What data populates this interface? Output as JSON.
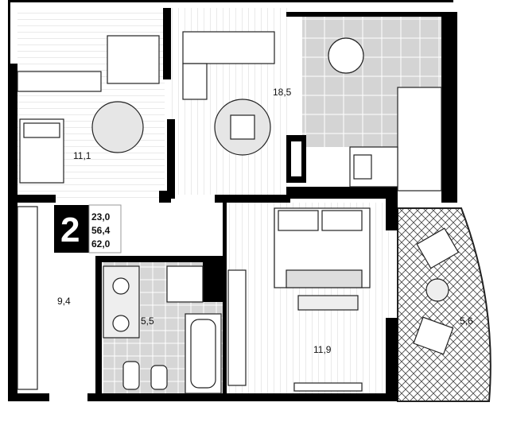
{
  "plan": {
    "rooms_count": "2",
    "areas_summary": [
      "23,0",
      "56,4",
      "62,0"
    ],
    "rooms": [
      {
        "name": "bedroom-1",
        "area": "11,1"
      },
      {
        "name": "living-kitchen",
        "area": "18,5"
      },
      {
        "name": "hallway",
        "area": "9,4"
      },
      {
        "name": "bathroom",
        "area": "5,5"
      },
      {
        "name": "bedroom-2",
        "area": "11,9"
      },
      {
        "name": "balcony",
        "area": "5,6"
      }
    ]
  },
  "colors": {
    "wall": "#000000",
    "tile": "#d9d9d9",
    "floor_lines": "#cfcfcf"
  }
}
